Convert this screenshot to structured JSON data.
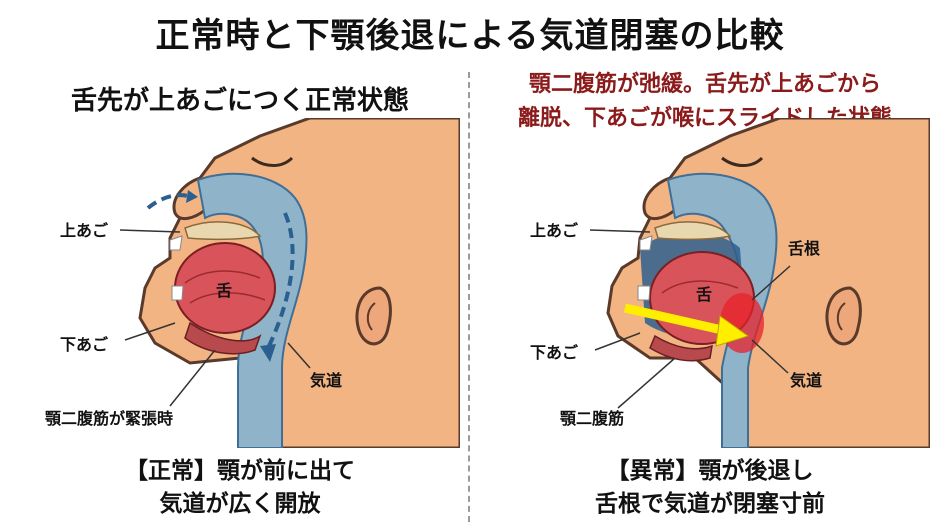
{
  "title": "正常時と下顎後退による気道閉塞の比較",
  "left": {
    "heading": "舌先が上あごにつく正常状態",
    "labels": {
      "upper_jaw": "上あご",
      "tongue": "舌",
      "lower_jaw": "下あご",
      "airway": "気道",
      "muscle": "顎二腹筋が緊張時"
    },
    "caption_line1": "【正常】顎が前に出て",
    "caption_line2": "気道が広く開放"
  },
  "right": {
    "heading_line1": "顎二腹筋が弛緩。舌先が上あごから",
    "heading_line2": "離脱、下あごが喉にスライドした状態",
    "labels": {
      "upper_jaw": "上あご",
      "tongue": "舌",
      "tongue_root": "舌根",
      "lower_jaw": "下あご",
      "airway": "気道",
      "muscle": "顎二腹筋"
    },
    "caption_line1": "【異常】顎が後退し",
    "caption_line2": "舌根で気道が閉塞寸前"
  },
  "colors": {
    "skin": "#f2b483",
    "skin_outline": "#5a3a2a",
    "airway": "#8fb4c9",
    "airway_dark": "#3e6f98",
    "tongue": "#d9545a",
    "blockage": "#e8202a",
    "arrow_yellow": "#ffee00",
    "heading_red": "#8b1a1a"
  }
}
